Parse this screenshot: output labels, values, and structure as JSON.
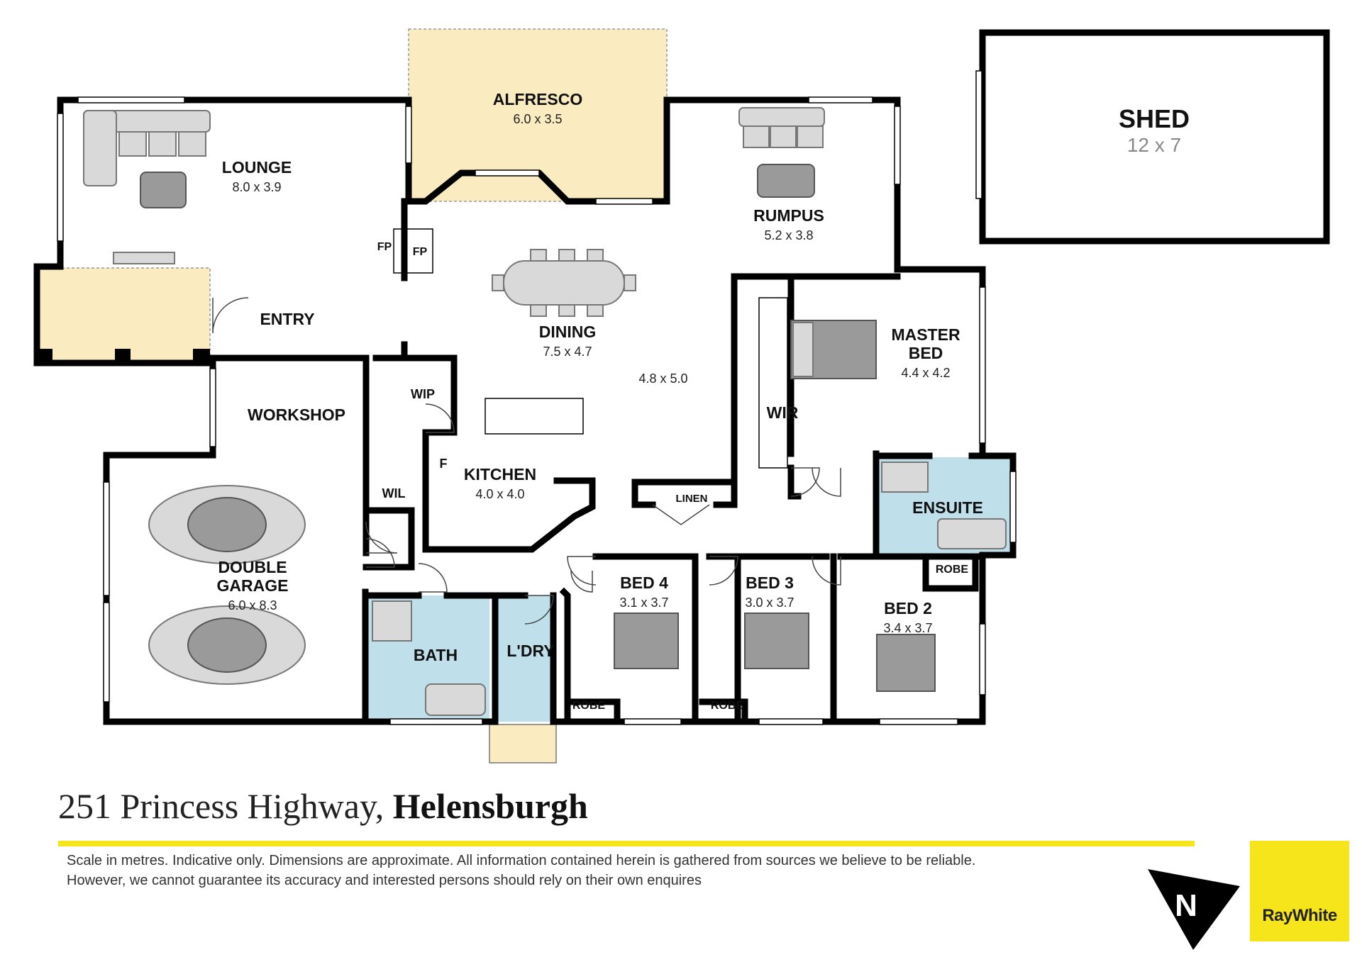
{
  "address": {
    "street": "251 Princess Highway,",
    "suburb": "Helensburgh"
  },
  "disclaimer": {
    "line1": "Scale in metres. Indicative only. Dimensions are approximate. All information contained herein is gathered from sources we believe to be reliable.",
    "line2": "However, we cannot guarantee its accuracy and interested persons should rely on their own enquires"
  },
  "compass": {
    "label": "N"
  },
  "brand": {
    "name": "RayWhite",
    "color": "#f5e51a"
  },
  "colors": {
    "outdoor": "#faecc0",
    "wet": "#bfe0ea",
    "wall": "#000000"
  },
  "rooms": {
    "alfresco": {
      "label": "ALFRESCO",
      "dims": "6.0 x 3.5"
    },
    "lounge": {
      "label": "LOUNGE",
      "dims": "8.0 x 3.9"
    },
    "rumpus": {
      "label": "RUMPUS",
      "dims": "5.2 x 3.8"
    },
    "shed": {
      "label": "SHED",
      "dims": "12 x 7"
    },
    "entry": {
      "label": "ENTRY"
    },
    "dining": {
      "label": "DINING",
      "dims": "7.5 x 4.7"
    },
    "open_area": {
      "dims": "4.8 x 5.0"
    },
    "master": {
      "label1": "MASTER",
      "label2": "BED",
      "dims": "4.4 x 4.2"
    },
    "wir": {
      "label": "WIR"
    },
    "workshop": {
      "label": "WORKSHOP"
    },
    "wip": {
      "label": "WIP"
    },
    "fridge": {
      "label": "F"
    },
    "kitchen": {
      "label": "KITCHEN",
      "dims": "4.0 x 4.0"
    },
    "wil": {
      "label": "WIL"
    },
    "linen": {
      "label": "LINEN"
    },
    "ensuite": {
      "label": "ENSUITE"
    },
    "garage": {
      "label1": "DOUBLE",
      "label2": "GARAGE",
      "dims": "6.0 x 8.3"
    },
    "bed4": {
      "label": "BED 4",
      "dims": "3.1 x 3.7"
    },
    "bed3": {
      "label": "BED 3",
      "dims": "3.0 x 3.7"
    },
    "bed2": {
      "label": "BED 2",
      "dims": "3.4 x 3.7"
    },
    "bath": {
      "label": "BATH"
    },
    "laundry": {
      "label": "L'DRY"
    },
    "robe": {
      "label": "ROBE"
    },
    "fireplace": {
      "label": "FP"
    }
  }
}
